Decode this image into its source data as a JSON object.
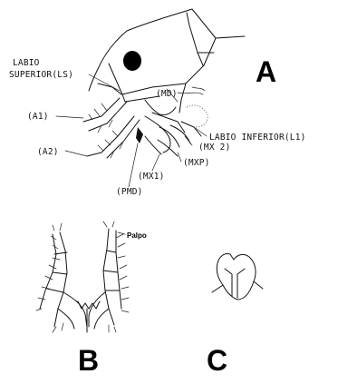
{
  "panels": {
    "a": {
      "letter": "A"
    },
    "b": {
      "letter": "B"
    },
    "c": {
      "letter": "C"
    }
  },
  "labels": {
    "ls_line1": "LABIO",
    "ls_line2": "SUPERIOR(LS)",
    "md": "(MD)",
    "a1": "(A1)",
    "a2": "(A2)",
    "li": "LABIO INFERIOR(L1)",
    "mx2": "(MX 2)",
    "mxp": "(MXP)",
    "mx1": "(MX1)",
    "pmd": "(PMD)",
    "palpo": "Palpo"
  }
}
